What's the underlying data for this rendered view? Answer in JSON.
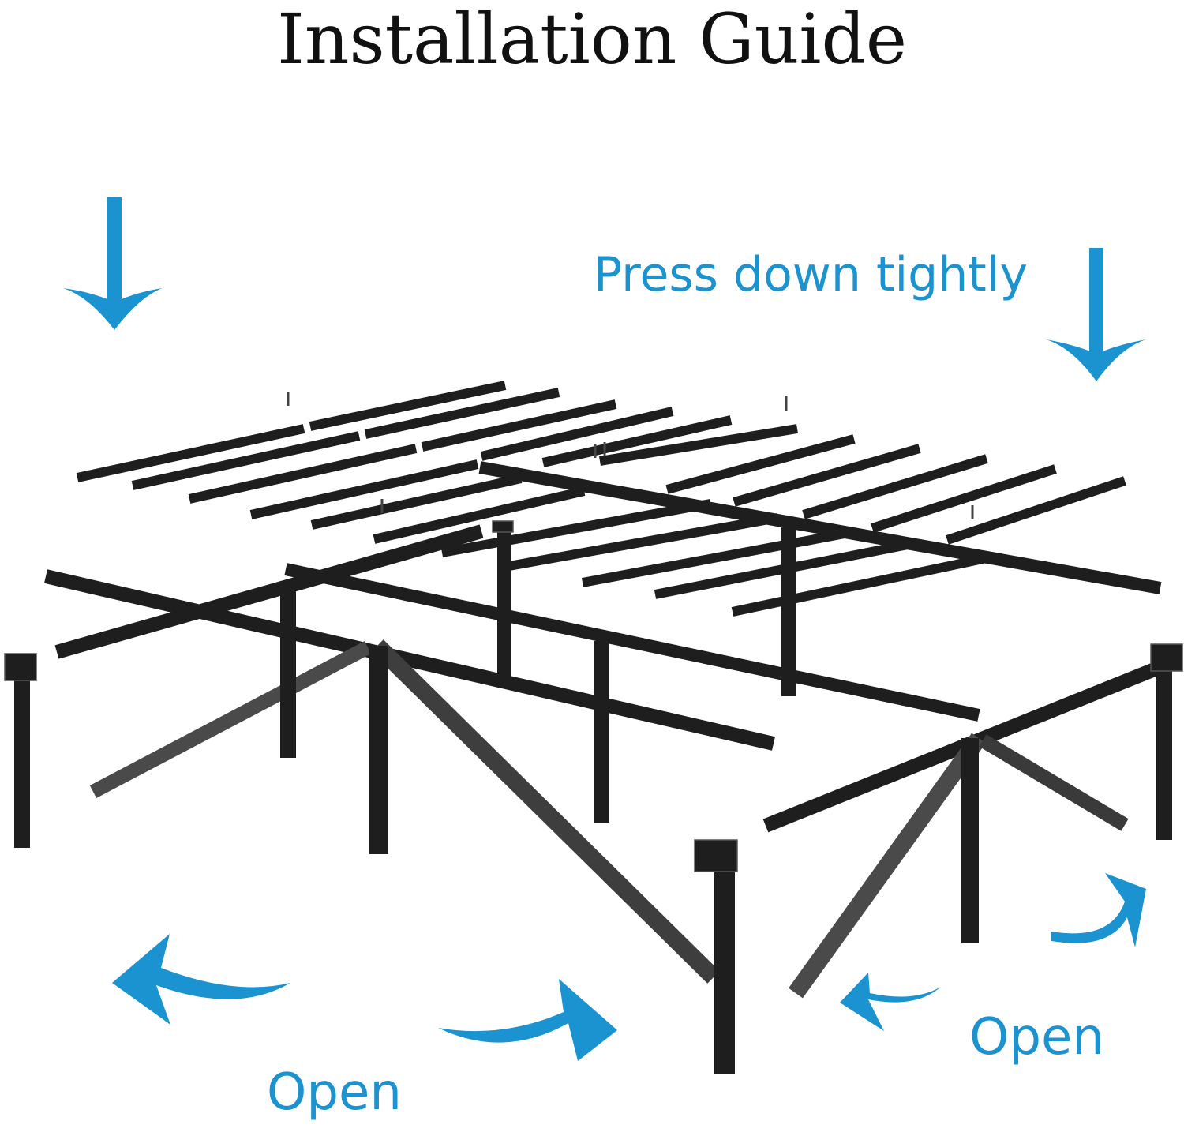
{
  "title": "Installation Guide",
  "callouts": {
    "press": "Press down tightly",
    "open_left": "Open",
    "open_right": "Open"
  },
  "colors": {
    "accent": "#1b93d1",
    "frame": "#1e1e1e",
    "frame_light": "#4a4a4a",
    "text": "#111111"
  }
}
